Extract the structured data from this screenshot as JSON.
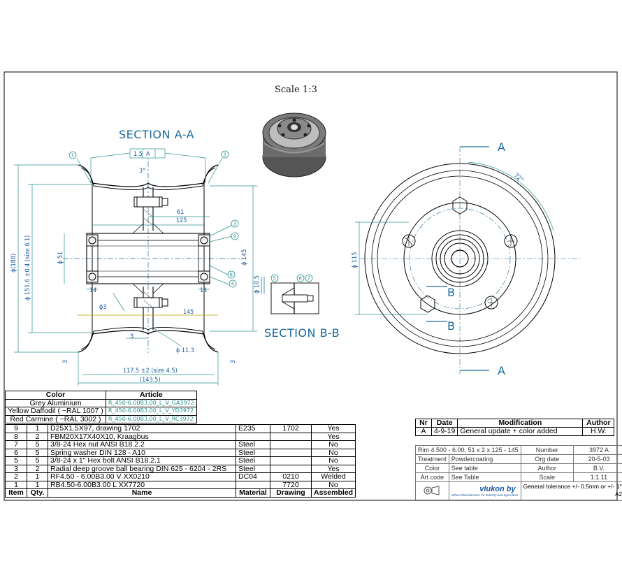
{
  "scale_note": "Scale 1:3",
  "section_aa": "SECTION A-A",
  "section_bb": "SECTION B-B",
  "labels": {
    "A": "A",
    "B": "B"
  },
  "dims": {
    "d188": "ϕ(188)",
    "d1516": "ϕ 151.6 ±0.4 (size 6.1)",
    "d51": "ϕ 51",
    "d145": "ϕ 145",
    "d105": "ϕ 10.5",
    "d115": "ϕ 115",
    "d113": "ϕ 11.3",
    "w61": "61",
    "w125": "125",
    "w145": "145",
    "w1175": "117.5 ±2 (size 4.5)",
    "w1435": "(143.5)",
    "t14a": "14",
    "t14b": "14",
    "t3a": "3",
    "t3b": "3",
    "t3c": "3",
    "phi3": "ϕ3",
    "ang3": "3°",
    "ang72": "72°",
    "tol15": "1.5",
    "tolA": "A"
  },
  "balloons": [
    "1",
    "2",
    "3",
    "4",
    "5",
    "6",
    "7",
    "8",
    "9"
  ],
  "bom": {
    "color_header": "Color",
    "article_header": "Article",
    "colors": [
      {
        "name": "Grey Aluminium",
        "article": "R_450-6.00B3.00_L_V_GA3972"
      },
      {
        "name": "Yellow Daffodil ( ~RAL 1007 )",
        "article": "R_450-6.00B3.00_L_V_YD3972"
      },
      {
        "name": "Red Carmine ( ~RAL 3002 )",
        "article": "R_450-6.00B3.00_L_V_RC3972"
      }
    ],
    "rows": [
      {
        "item": "9",
        "qty": "1",
        "name": "D25X1.5X97, drawing 1702",
        "material": "E235",
        "drawing": "1702",
        "assembled": "Yes"
      },
      {
        "item": "8",
        "qty": "2",
        "name": "FBM20X17X40X10, Kraagbus",
        "material": "",
        "drawing": "",
        "assembled": "Yes"
      },
      {
        "item": "7",
        "qty": "5",
        "name": "3/8-24 Hex nut ANSI B18.2.2",
        "material": "Steel",
        "drawing": "",
        "assembled": "No"
      },
      {
        "item": "6",
        "qty": "5",
        "name": "Spring washer DIN 128 - A10",
        "material": "Steel",
        "drawing": "",
        "assembled": "No"
      },
      {
        "item": "5",
        "qty": "5",
        "name": "3/8-24 x 1\" Hex bolt ANSI B18.2.1",
        "material": "Steel",
        "drawing": "",
        "assembled": "No"
      },
      {
        "item": "3",
        "qty": "2",
        "name": "Radial deep groove ball bearing DIN 625 - 6204 - 2RS",
        "material": "Steel",
        "drawing": "",
        "assembled": "Yes"
      },
      {
        "item": "2",
        "qty": "1",
        "name": "RF4.50 - 6.00B3.00       V   XX0210",
        "material": "DC04",
        "drawing": "0210",
        "assembled": "Welded"
      },
      {
        "item": "1",
        "qty": "1",
        "name": "RB4.50-6.00B3.00     L      XX7720",
        "material": "",
        "drawing": "7720",
        "assembled": "No"
      }
    ],
    "headers": {
      "item": "Item",
      "qty": "Qty.",
      "name": "Name",
      "material": "Material",
      "drawing": "Drawing",
      "assembled": "Assembled"
    }
  },
  "mod": {
    "headers": {
      "nr": "Nr",
      "date": "Date",
      "modification": "Modification",
      "author": "Author"
    },
    "row": {
      "nr": "A",
      "date": "4-9-19",
      "modification": "General update + color added",
      "author": "H.W."
    }
  },
  "title_block": {
    "rim": "Rim 4.500 - 6.00,  51 x 2 x 125 - 145",
    "number_label": "Number",
    "number": "3972 A",
    "treatment_label": "Treatment",
    "treatment": "Powdercoating",
    "orgdate_label": "Org date",
    "orgdate": "20-5-03",
    "color_label": "Color",
    "color": "See table",
    "author_label": "Author",
    "author": "B.V.",
    "artcode_label": "Art code",
    "artcode": "See Table",
    "scale_label": "Scale",
    "scale": "1:1.11",
    "logo": "vlukon by",
    "tagline": "Wheel Manufacturer for Industry and agriculture",
    "tolerance": "General tolerance +/- 0.5mm or +/- 1°",
    "sheet": "A2"
  }
}
